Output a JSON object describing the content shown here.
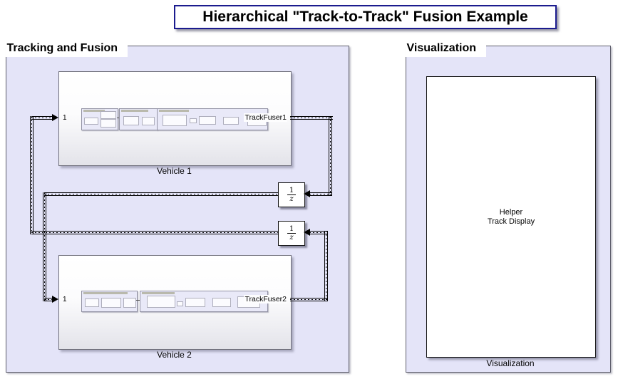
{
  "title": "Hierarchical \"Track-to-Track\" Fusion Example",
  "areas": {
    "tracking": {
      "label": "Tracking and Fusion"
    },
    "visualization": {
      "label": "Visualization"
    }
  },
  "blocks": {
    "vehicle1": {
      "name": "Vehicle 1",
      "input_port": "1",
      "fuser_label": "TrackFuser1"
    },
    "vehicle2": {
      "name": "Vehicle 2",
      "input_port": "1",
      "fuser_label": "TrackFuser2"
    },
    "delay1": {
      "numerator": "1",
      "denominator": "z"
    },
    "delay2": {
      "numerator": "1",
      "denominator": "z"
    },
    "helper": {
      "line1": "Helper",
      "line2": "Track Display",
      "caption": "Visualization"
    }
  },
  "colors": {
    "area_fill": "#e4e4f8",
    "title_border": "#1b1b8e",
    "signal_line": "#000000",
    "block_border": "#6f6f7b"
  }
}
